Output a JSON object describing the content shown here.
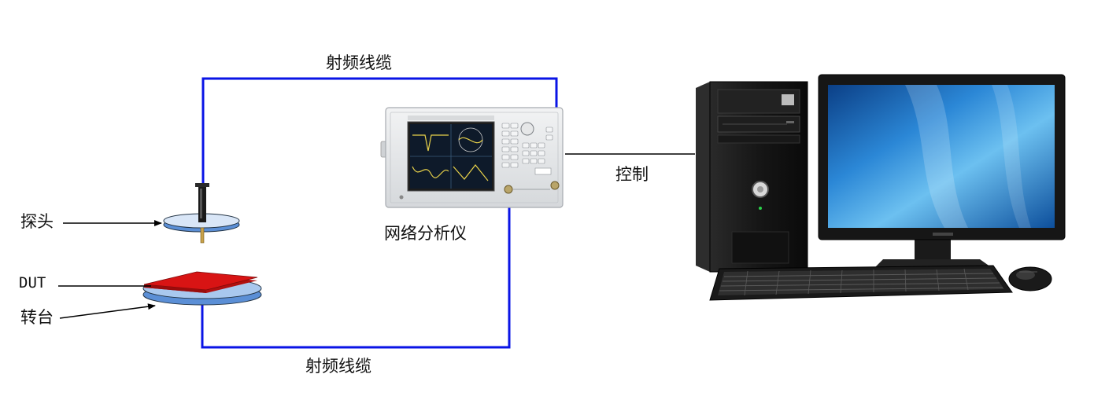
{
  "labels": {
    "cable_top": "射频线缆",
    "cable_bottom": "射频线缆",
    "network_analyzer": "网络分析仪",
    "control": "控制",
    "probe": "探头",
    "dut": "DUT",
    "turntable": "转台"
  },
  "colors": {
    "rf_cable": "#0a14e6",
    "control_line": "#000000",
    "dut": "#d81414",
    "turntable": "#5b8fd6",
    "probe": "#1a1a1a",
    "screen": "#1f6fc0",
    "analyzer_body": "#e4e6e8",
    "pc_case": "#151515"
  },
  "icons": [
    "probe-icon",
    "turntable-icon",
    "dut-icon",
    "network-analyzer-icon",
    "pc-tower-icon",
    "monitor-icon",
    "keyboard-icon",
    "mouse-icon"
  ]
}
